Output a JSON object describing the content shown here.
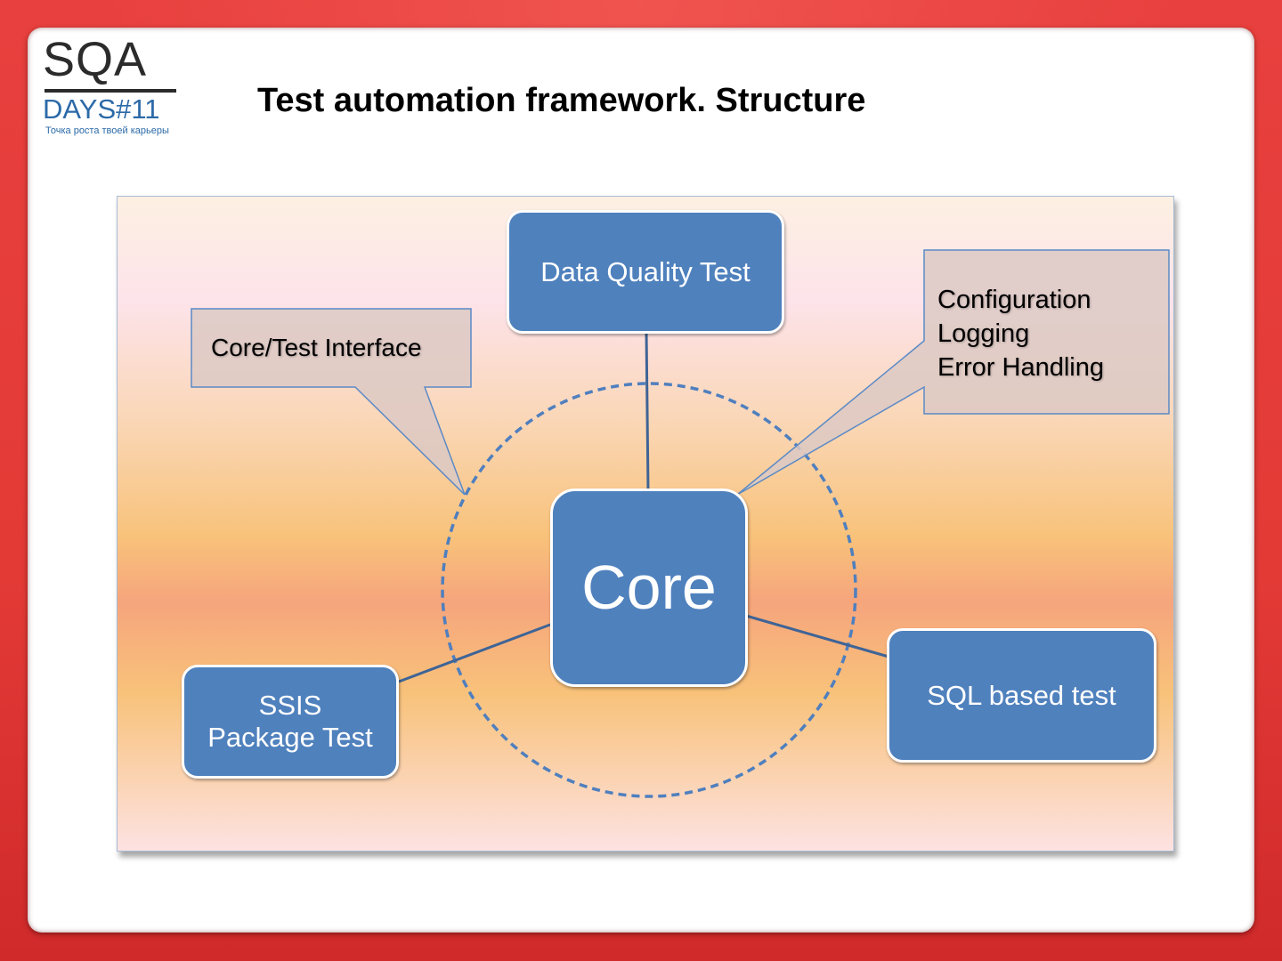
{
  "logo": {
    "main": "SQA",
    "edition": "DAYS#11",
    "tagline": "Точка роста твоей карьеры"
  },
  "slide": {
    "title": "Test automation framework. Structure"
  },
  "diagram": {
    "core": "Core",
    "nodes": {
      "data_quality": "Data Quality Test",
      "ssis": "SSIS\nPackage Test",
      "sql": "SQL based test"
    },
    "callouts": {
      "interface": "Core/Test Interface",
      "services": [
        "Configuration",
        "Logging",
        "Error Handling"
      ]
    }
  },
  "colors": {
    "node_fill": "#4f81bd",
    "connector": "#3f6496",
    "callout_fill": "#dcc9c4",
    "callout_border": "#5b8ac6",
    "frame": "#e33a36"
  }
}
